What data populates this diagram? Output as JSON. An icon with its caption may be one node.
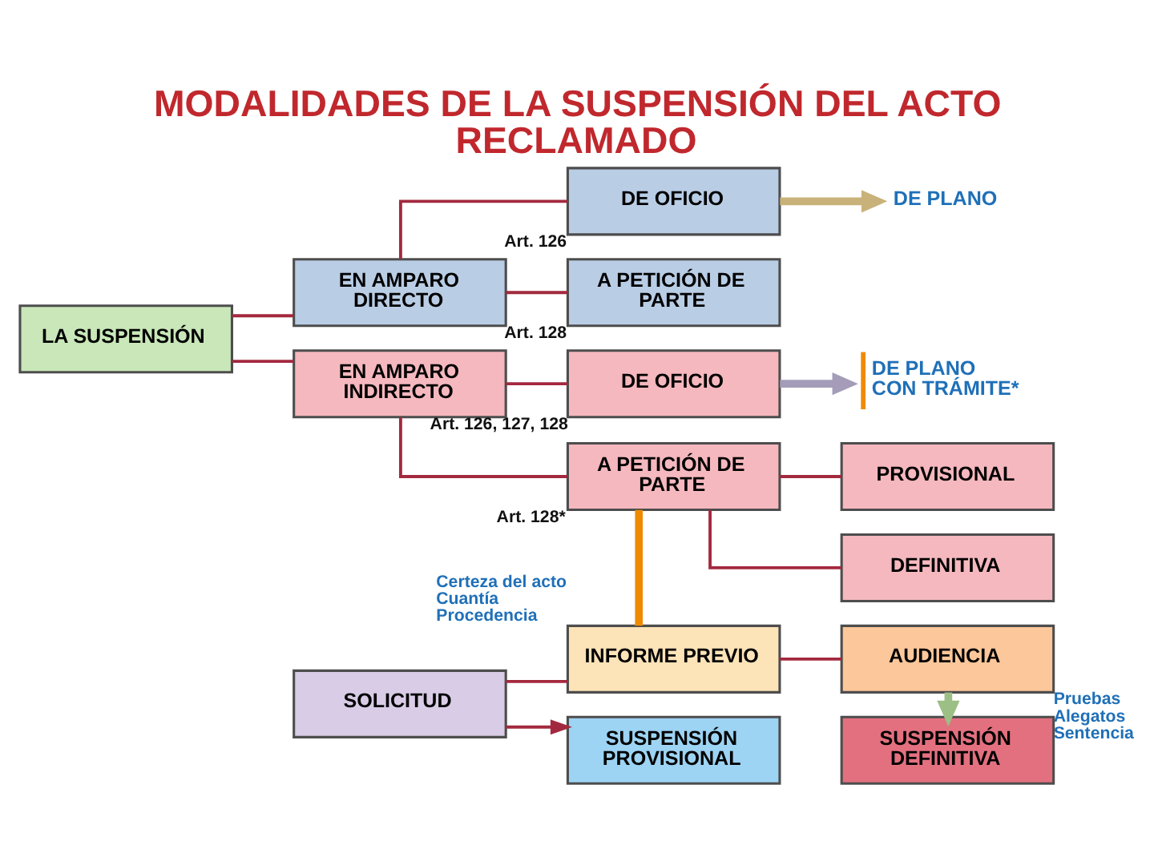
{
  "diagram": {
    "title": "MODALIDADES DE LA SUSPENSIÓN DEL ACTO RECLAMADO",
    "nodes": [
      {
        "text": [
          "LA SUSPENSIÓN"
        ]
      },
      {
        "text": [
          "EN AMPARO DIRECTO"
        ]
      },
      {
        "text": [
          "DE OFICIO"
        ],
        "beside": [
          "Art. 126"
        ]
      },
      {
        "text": [
          "A PETICIÓN DE PARTE"
        ],
        "beside": [
          "Art. 128"
        ]
      },
      {
        "text": [
          "DE PLANO"
        ]
      },
      {
        "text": [
          "EN AMPARO INDIRECTO"
        ]
      },
      {
        "text": [
          "DE OFICIO"
        ],
        "beside": [
          "Art. 126, 127, 128"
        ]
      },
      {
        "text": [
          "DE PLANO",
          "CON TRÁMITE*"
        ]
      },
      {
        "text": [
          "A PETICIÓN DE PARTE"
        ],
        "beside": [
          "Art. 128*"
        ]
      },
      {
        "text": [
          "PROVISIONAL"
        ]
      },
      {
        "text": [
          "DEFINITIVA"
        ]
      },
      {
        "text": [
          "SOLICITUD"
        ]
      },
      {
        "text": [
          "INFORME PREVIO"
        ],
        "beside": [
          "Certeza del acto",
          "Cuantía",
          "Procedencia"
        ]
      },
      {
        "text": [
          "AUDIENCIA"
        ],
        "beside": [
          "Pruebas",
          "Alegatos",
          "Sentencia"
        ]
      },
      {
        "text": [
          "SUSPENSIÓN PROVISIONAL"
        ]
      },
      {
        "text": [
          "SUSPENSIÓN DEFINITIVA"
        ]
      }
    ],
    "edges": [
      {
        "from": 0,
        "to": 1,
        "arrow": "none"
      },
      {
        "from": 0,
        "to": 5,
        "arrow": "none"
      },
      {
        "from": 1,
        "to": 2,
        "arrow": "none"
      },
      {
        "from": 1,
        "to": 3,
        "arrow": "none"
      },
      {
        "from": 2,
        "to": 4,
        "arrow": "to",
        "style": "thick",
        "color": "#c9b27a"
      },
      {
        "from": 5,
        "to": 6,
        "arrow": "none"
      },
      {
        "from": 5,
        "to": 8,
        "arrow": "none"
      },
      {
        "from": 6,
        "to": 7,
        "arrow": "to",
        "style": "thick",
        "color": "#a49cb8"
      },
      {
        "from": 8,
        "to": 9,
        "arrow": "none"
      },
      {
        "from": 8,
        "to": 10,
        "arrow": "none"
      },
      {
        "from": 8,
        "to": 12,
        "arrow": "none",
        "style": "thick",
        "color": "#f08a00"
      },
      {
        "from": 11,
        "to": 12,
        "arrow": "none"
      },
      {
        "from": 12,
        "to": 13,
        "arrow": "none"
      },
      {
        "from": 11,
        "to": 14,
        "arrow": "to"
      },
      {
        "from": 13,
        "to": 15,
        "arrow": "to",
        "style": "thick",
        "color": "#9cbf86"
      }
    ]
  }
}
